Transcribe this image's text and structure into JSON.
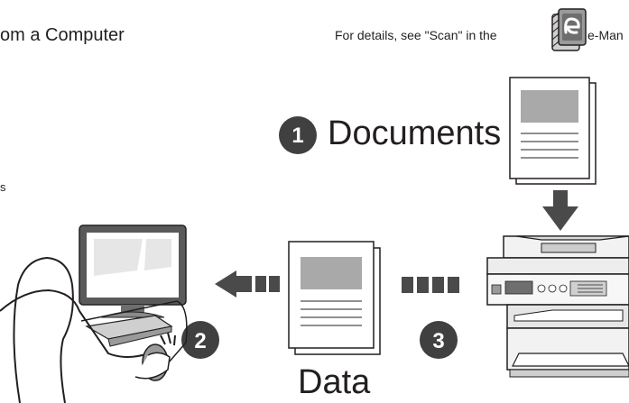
{
  "header": {
    "title_fragment": "om a Computer",
    "details_text": "For details, see \"Scan\" in the",
    "emanual_fragment": "e-Man"
  },
  "left_fragment": "s",
  "steps": [
    {
      "number": "1",
      "label": "Documents"
    },
    {
      "number": "2",
      "label": ""
    },
    {
      "number": "3",
      "label": ""
    }
  ],
  "data_label": "Data",
  "icons": [
    "e-manual-book-icon",
    "document-stack-icon",
    "down-arrow-icon",
    "multifunction-printer-icon",
    "dashed-left-arrow-icon",
    "user-at-computer-icon"
  ],
  "colors": {
    "ink": "#231f20",
    "step_badge": "#404040",
    "arrow": "#4a4a4a",
    "doc_image": "#a9a9a9"
  }
}
